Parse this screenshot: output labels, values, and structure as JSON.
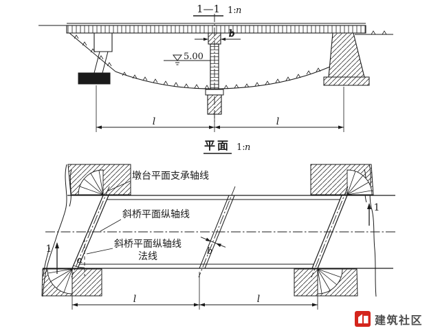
{
  "figure": {
    "section": {
      "title": "1—1",
      "scale_prefix": "1:",
      "scale_n": "n",
      "water_level": "5.00",
      "pier_width": "b",
      "spans": [
        "l",
        "l"
      ]
    },
    "plan": {
      "title": "平面",
      "scale_prefix": "1:",
      "scale_n": "n",
      "label_support_axis": "墩台平面支承轴线",
      "label_longitudinal_axis": "斜桥平面纵轴线",
      "label_normal_line1": "斜桥平面纵轴线",
      "label_normal_line2": "法线",
      "skew_angle": "α",
      "pier_width": "b",
      "spans": [
        "l",
        "l"
      ],
      "section_marks": [
        "1",
        "1"
      ]
    },
    "watermark": {
      "text": "建筑社区",
      "color": "#d4251c"
    }
  }
}
